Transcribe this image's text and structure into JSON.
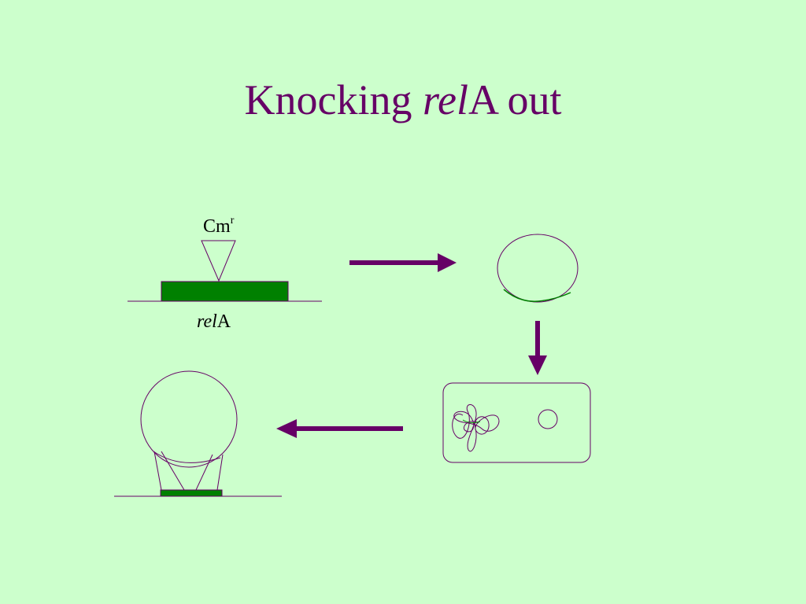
{
  "title": {
    "prefix": "Knocking ",
    "italic": "rel",
    "suffix": "A out"
  },
  "labels": {
    "cm_base": "Cm",
    "cm_sup": "r",
    "rela_italic": "rel",
    "rela_rest": "A"
  },
  "colors": {
    "background": "#ccffcc",
    "title": "#660066",
    "arrow": "#660066",
    "gene": "#008000",
    "outline": "#660066"
  }
}
